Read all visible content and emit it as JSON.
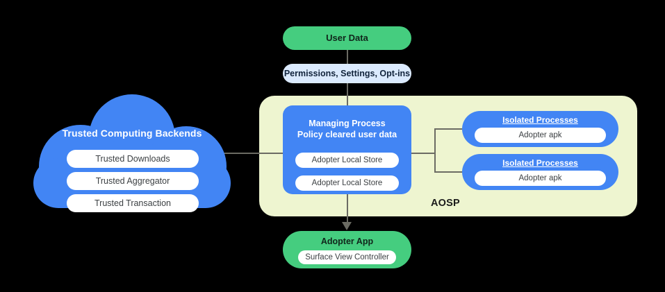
{
  "diagram": {
    "title": "AOSP trusted computing / adopter app architecture",
    "container": {
      "label": "AOSP",
      "color": "#eef5d0"
    },
    "colors": {
      "blue": "#4285f4",
      "green": "#45cd7f",
      "light_blue": "#dbeafe",
      "container": "#eef5d0",
      "connector": "#6b6b63",
      "pill": "#ffffff"
    },
    "cloud": {
      "title": "Trusted Computing Backends",
      "items": [
        {
          "label": "Trusted Downloads"
        },
        {
          "label": "Trusted Aggregator"
        },
        {
          "label": "Trusted Transaction"
        }
      ]
    },
    "user_data": {
      "label": "User Data"
    },
    "permissions": {
      "label": "Permissions,  Settings, Opt-ins"
    },
    "managing_process": {
      "title_line1": "Managing Process",
      "title_line2": "Policy cleared user data",
      "stores": [
        {
          "label": "Adopter Local Store"
        },
        {
          "label": "Adopter Local Store"
        }
      ]
    },
    "isolated_processes": [
      {
        "title": "Isolated Processes",
        "app": "Adopter apk"
      },
      {
        "title": "Isolated Processes",
        "app": "Adopter apk"
      }
    ],
    "adopter_app": {
      "title": "Adopter App",
      "component": "Surface View Controller"
    }
  }
}
